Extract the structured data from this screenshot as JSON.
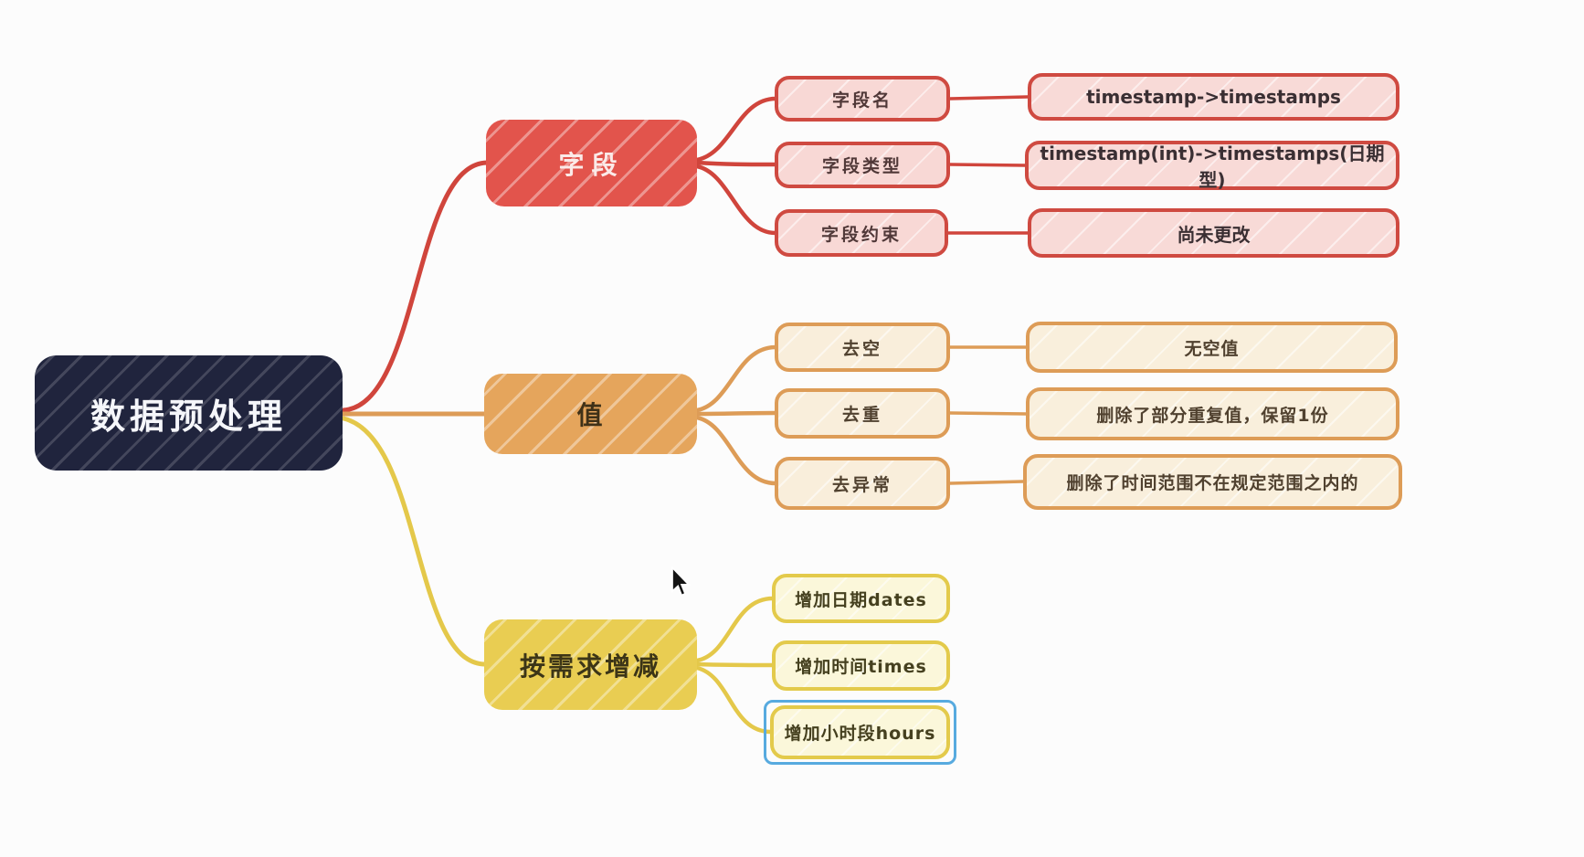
{
  "app": {
    "type": "mind-map"
  },
  "root": {
    "label": "数据预处理"
  },
  "branches": [
    {
      "label": "字段",
      "color": "#d8493f",
      "children": [
        {
          "label": "字段名",
          "leaf": "timestamp->timestamps"
        },
        {
          "label": "字段类型",
          "leaf": "timestamp(int)->timestamps(日期型)"
        },
        {
          "label": "字段约束",
          "leaf": "尚未更改"
        }
      ]
    },
    {
      "label": "值",
      "color": "#dd9c57",
      "children": [
        {
          "label": "去空",
          "leaf": "无空值"
        },
        {
          "label": "去重",
          "leaf": "删除了部分重复值，保留1份"
        },
        {
          "label": "去异常",
          "leaf": "删除了时间范围不在规定范围之内的"
        }
      ]
    },
    {
      "label": "按需求增减",
      "color": "#e7cb4f",
      "children": [
        {
          "label": "增加日期dates"
        },
        {
          "label": "增加时间times"
        },
        {
          "label": "增加小时段hours",
          "selected": true
        }
      ]
    }
  ]
}
